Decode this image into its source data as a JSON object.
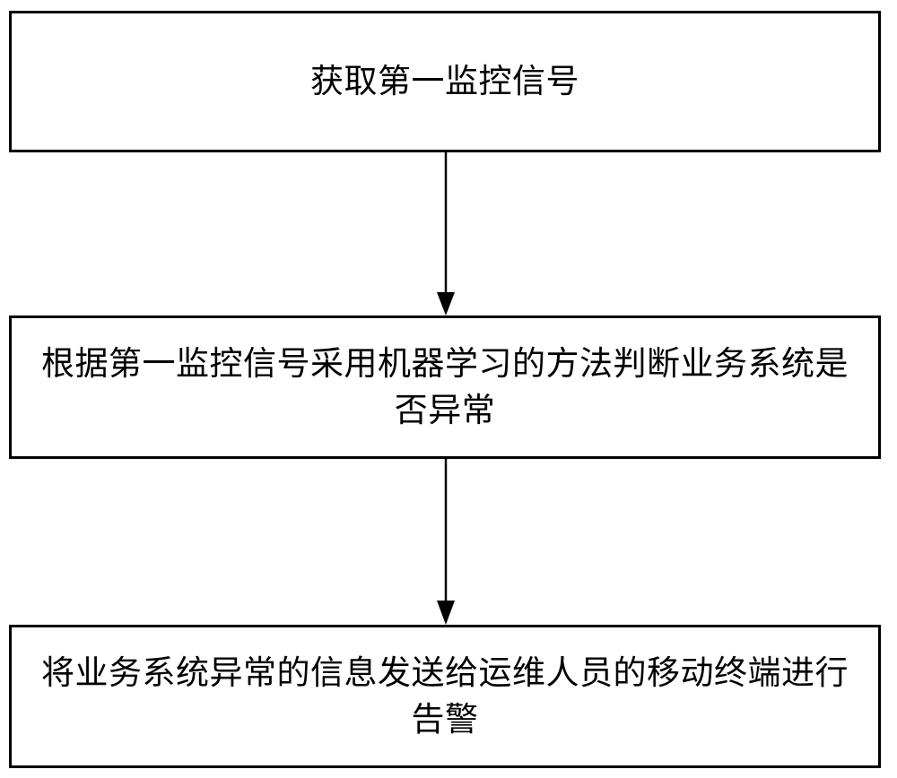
{
  "flowchart": {
    "steps": [
      {
        "label": "获取第一监控信号"
      },
      {
        "label": "根据第一监控信号采用机器学习的方法判断业务系统是否异常"
      },
      {
        "label": "将业务系统异常的信息发送给运维人员的移动终端进行告警"
      }
    ],
    "line_color": "#000000"
  }
}
